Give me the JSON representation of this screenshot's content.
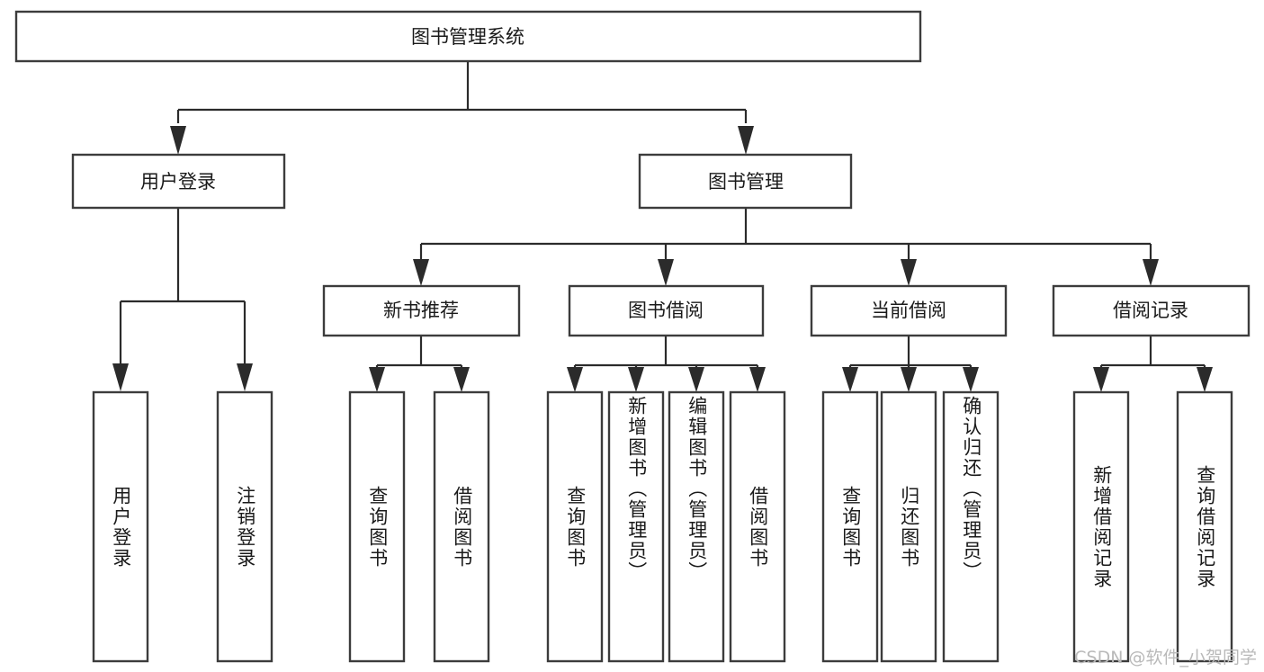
{
  "diagram": {
    "title": "图书管理系统",
    "type": "tree",
    "orientation": "top-down",
    "watermark": "CSDN @软件_小贺同学",
    "colors": {
      "box_stroke": "#3c3c3c",
      "edge": "#2b2b2b",
      "background": "#ffffff",
      "text": "#1a1a1a",
      "watermark": "#b9b9b9"
    },
    "nodes": {
      "root": {
        "id": "root",
        "label": "图书管理系统",
        "level": 1,
        "orient": "horizontal"
      },
      "l2": [
        {
          "id": "user-login",
          "label": "用户登录",
          "level": 2,
          "orient": "horizontal"
        },
        {
          "id": "book-manage",
          "label": "图书管理",
          "level": 2,
          "orient": "horizontal"
        }
      ],
      "l3": [
        {
          "id": "new-book-recommend",
          "label": "新书推荐",
          "level": 3,
          "orient": "horizontal",
          "parent": "book-manage"
        },
        {
          "id": "book-borrow",
          "label": "图书借阅",
          "level": 3,
          "orient": "horizontal",
          "parent": "book-manage"
        },
        {
          "id": "current-borrow",
          "label": "当前借阅",
          "level": 3,
          "orient": "horizontal",
          "parent": "book-manage"
        },
        {
          "id": "borrow-record",
          "label": "借阅记录",
          "level": 3,
          "orient": "horizontal",
          "parent": "book-manage"
        }
      ],
      "leaves": [
        {
          "id": "leaf-user-login",
          "label": "用户登录",
          "parent": "user-login",
          "orient": "vertical"
        },
        {
          "id": "leaf-logout-login",
          "label": "注销登录",
          "parent": "user-login",
          "orient": "vertical"
        },
        {
          "id": "leaf-query-book-1",
          "label": "查询图书",
          "parent": "new-book-recommend",
          "orient": "vertical"
        },
        {
          "id": "leaf-borrow-book-1",
          "label": "借阅图书",
          "parent": "new-book-recommend",
          "orient": "vertical"
        },
        {
          "id": "leaf-query-book-2",
          "label": "查询图书",
          "parent": "book-borrow",
          "orient": "vertical"
        },
        {
          "id": "leaf-add-book",
          "label": "新增图书（管理员）",
          "parent": "book-borrow",
          "orient": "vertical"
        },
        {
          "id": "leaf-edit-book",
          "label": "编辑图书（管理员）",
          "parent": "book-borrow",
          "orient": "vertical"
        },
        {
          "id": "leaf-borrow-book-2",
          "label": "借阅图书",
          "parent": "book-borrow",
          "orient": "vertical"
        },
        {
          "id": "leaf-query-book-3",
          "label": "查询图书",
          "parent": "current-borrow",
          "orient": "vertical"
        },
        {
          "id": "leaf-return-book",
          "label": "归还图书",
          "parent": "current-borrow",
          "orient": "vertical"
        },
        {
          "id": "leaf-confirm-return",
          "label": "确认归还（管理员）",
          "parent": "current-borrow",
          "orient": "vertical"
        },
        {
          "id": "leaf-add-borrow-record",
          "label": "新增借阅记录",
          "parent": "borrow-record",
          "orient": "vertical"
        },
        {
          "id": "leaf-query-borrow-record",
          "label": "查询借阅记录",
          "parent": "borrow-record",
          "orient": "vertical"
        }
      ]
    }
  }
}
